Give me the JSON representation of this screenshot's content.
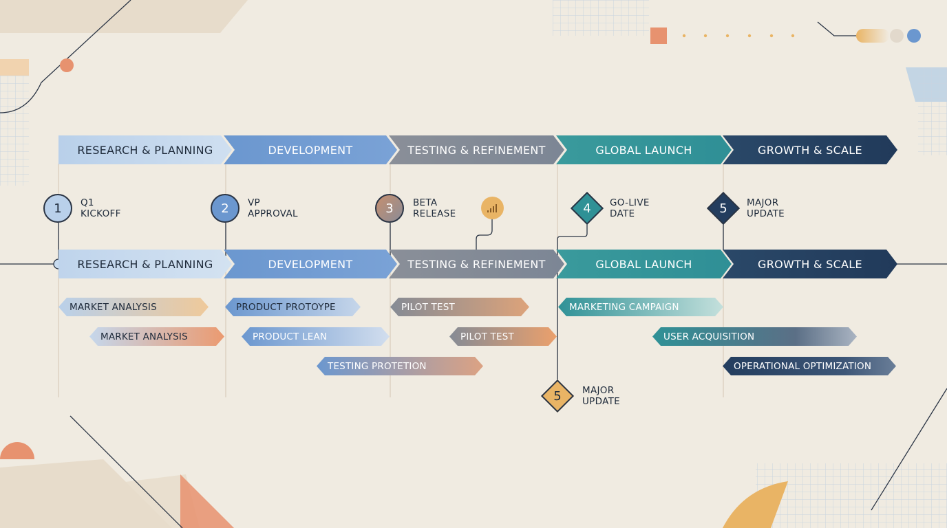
{
  "colors": {
    "background": "#f0ebe1",
    "phase_research": "#b9d0ea",
    "phase_development": "#6b97cf",
    "phase_testing": "#7f8795",
    "phase_launch": "#2f9196",
    "phase_growth": "#233d5e",
    "accent_orange": "#e7926f",
    "accent_gold": "#e9b465"
  },
  "phases_top": [
    {
      "label": "RESEARCH & PLANNING"
    },
    {
      "label": "DEVELOPMENT"
    },
    {
      "label": "TESTING & REFINEMENT"
    },
    {
      "label": "GLOBAL LAUNCH"
    },
    {
      "label": "GROWTH & SCALE"
    }
  ],
  "phases_timeline": [
    {
      "label": "RESEARCH & PLANNING"
    },
    {
      "label": "DEVELOPMENT"
    },
    {
      "label": "TESTING & REFINEMENT"
    },
    {
      "label": "GLOBAL LAUNCH"
    },
    {
      "label": "GROWTH & SCALE"
    }
  ],
  "milestones": [
    {
      "number": "1",
      "line1": "Q1",
      "line2": "KICKOFF",
      "shape": "circle",
      "icon": "circle-marker"
    },
    {
      "number": "2",
      "line1": "VP",
      "line2": "APPROVAL",
      "shape": "circle",
      "icon": "circle-marker"
    },
    {
      "number": "3",
      "line1": "BETA",
      "line2": "RELEASE",
      "shape": "circle",
      "icon": "circle-marker"
    },
    {
      "number": "4",
      "line1": "GO-LIVE",
      "line2": "DATE",
      "shape": "diamond",
      "icon": "diamond-marker"
    },
    {
      "number": "5",
      "line1": "MAJOR",
      "line2": "UPDATE",
      "shape": "diamond",
      "icon": "diamond-marker"
    },
    {
      "number": "5",
      "line1": "MAJOR",
      "line2": "UPDATE",
      "shape": "diamond",
      "icon": "diamond-marker"
    }
  ],
  "chart_icon": "bar-chart-icon",
  "tasks": [
    {
      "label": "MARKET ANALYSIS"
    },
    {
      "label": "MARKET ANALYSIS"
    },
    {
      "label": "PRODUCT PROTOYPE"
    },
    {
      "label": "PRODUCT LEAN"
    },
    {
      "label": "TESTING PROTETION"
    },
    {
      "label": "PILOT TEST"
    },
    {
      "label": "PILOT TEST"
    },
    {
      "label": "MARKETING CAMPAIGN"
    },
    {
      "label": "USER ACQUISITION"
    },
    {
      "label": "OPERATIONAL OPTIMIZATION"
    }
  ]
}
